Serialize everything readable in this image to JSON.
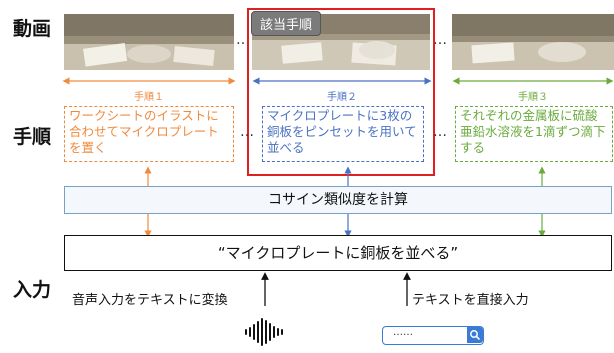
{
  "labels": {
    "video": "動画",
    "steps": "手順",
    "input": "入力"
  },
  "highlight_badge": "該当手順",
  "separator": "…",
  "steps": [
    {
      "name": "手順１",
      "text": "ワークシートのイラストに合わせてマイクロプレートを置く",
      "color": "#f08a3c"
    },
    {
      "name": "手順２",
      "text": "マイクロプレートに3枚の銅板をピンセットを用いて並べる",
      "color": "#4a72c4"
    },
    {
      "name": "手順３",
      "text": "それぞれの金属板に硫酸亜鉛水溶液を1滴ずつ滴下する",
      "color": "#6aab3c"
    }
  ],
  "cosine_label": "コサイン類似度を計算",
  "input_text": "“マイクロプレートに銅板を並べる”",
  "voice_label": "音声入力をテキストに変換",
  "text_label": "テキストを直接入力",
  "search_placeholder": "……",
  "icons": {
    "voice": "sound-wave-icon",
    "search": "search-icon"
  }
}
